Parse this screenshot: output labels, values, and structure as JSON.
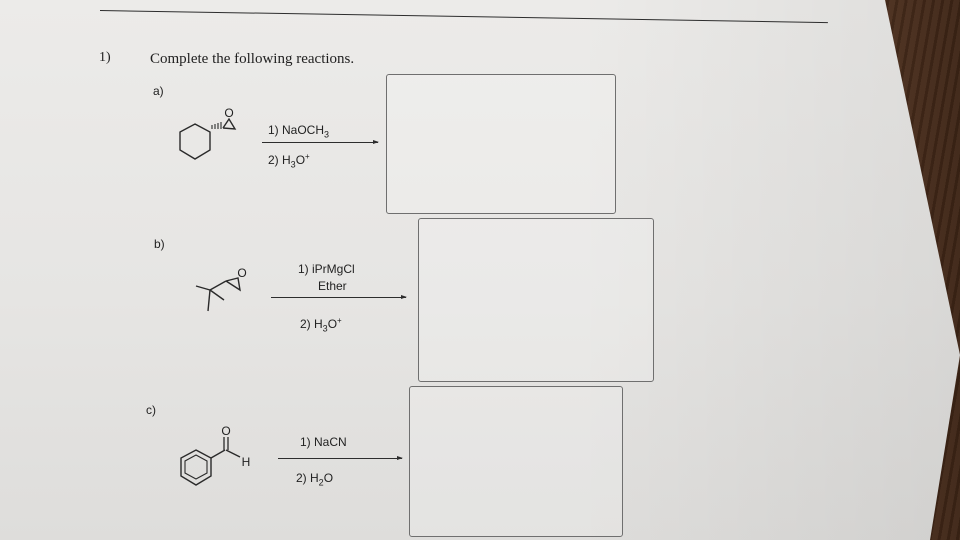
{
  "question": {
    "number": "1)",
    "prompt": "Complete the following reactions."
  },
  "reactions": [
    {
      "label": "a)",
      "reagent_lines": [
        {
          "main": "1) NaOCH",
          "sub": "3",
          "sup": ""
        },
        {
          "main": "2) H",
          "sub": "3",
          "tail": "O",
          "sup": "+"
        }
      ],
      "atom_labels": [
        "O"
      ]
    },
    {
      "label": "b)",
      "reagent_lines": [
        {
          "main": "1) iPrMgCl"
        },
        {
          "main": "Ether"
        },
        {
          "main": "2) H",
          "sub": "3",
          "tail": "O",
          "sup": "+"
        }
      ],
      "atom_labels": [
        "O"
      ]
    },
    {
      "label": "c)",
      "reagent_lines": [
        {
          "main": "1) NaCN"
        },
        {
          "main": "2) H",
          "sub": "2",
          "tail": "O"
        }
      ],
      "atom_labels": [
        "O",
        "H"
      ]
    }
  ],
  "colors": {
    "ink": "#222222",
    "paper": "#e8e7e5",
    "wood": "#5a3a26"
  }
}
